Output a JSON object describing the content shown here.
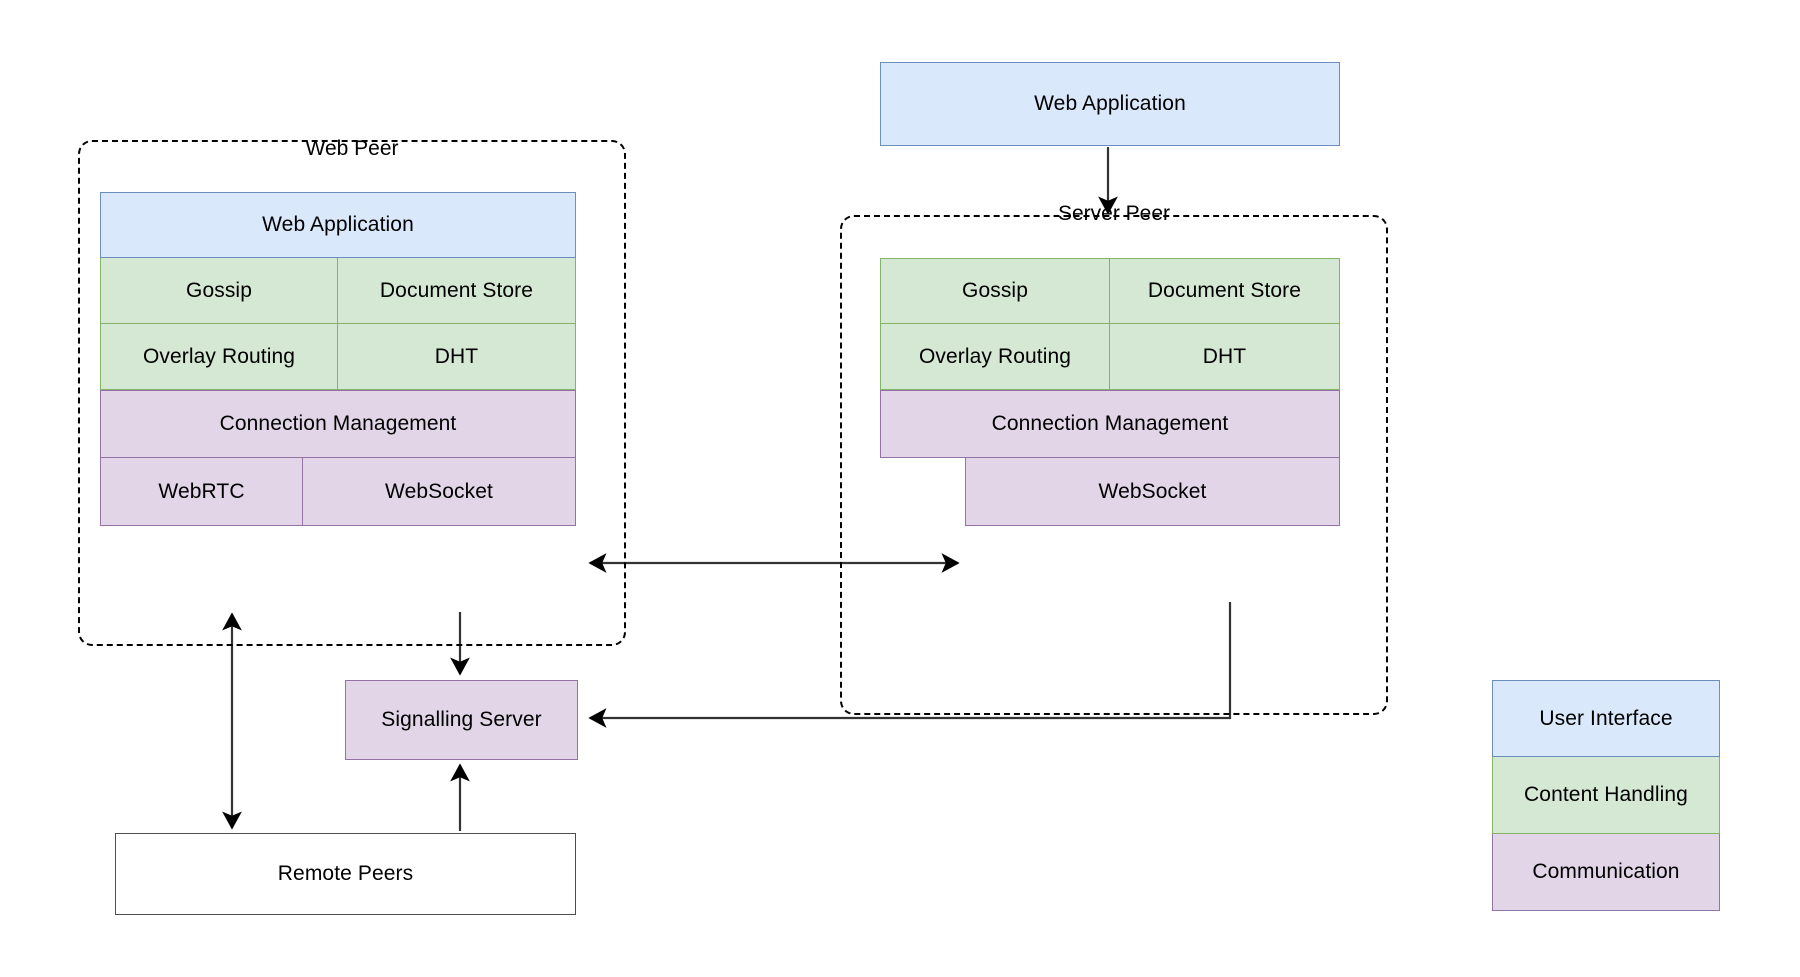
{
  "diagram": {
    "title": "Peer-to-peer web architecture layer diagram",
    "colors": {
      "user_interface_fill": "#dae8fc",
      "user_interface_stroke": "#6c8ebf",
      "content_handling_fill": "#d5e8d4",
      "content_handling_stroke": "#82b366",
      "communication_fill": "#e1d5e7",
      "communication_stroke": "#9673a6",
      "plain_fill": "#ffffff",
      "plain_stroke": "#4d4d4d",
      "edge_stroke": "#333333",
      "group_stroke": "#000000",
      "background": "#ffffff"
    }
  },
  "top_web_application": {
    "label": "Web Application"
  },
  "web_peer": {
    "title": "Web Peer",
    "layers": {
      "application": "Web Application",
      "gossip": "Gossip",
      "document_store": "Document Store",
      "overlay_routing": "Overlay Routing",
      "dht": "DHT",
      "connection_management": "Connection Management",
      "webrtc": "WebRTC",
      "websocket": "WebSocket"
    }
  },
  "server_peer": {
    "title": "Server Peer",
    "layers": {
      "gossip": "Gossip",
      "document_store": "Document Store",
      "overlay_routing": "Overlay Routing",
      "dht": "DHT",
      "connection_management": "Connection Management",
      "websocket": "WebSocket"
    }
  },
  "signalling_server": {
    "label": "Signalling Server"
  },
  "remote_peers": {
    "label": "Remote Peers"
  },
  "legend": {
    "items": [
      {
        "label": "User Interface",
        "color": "#dae8fc"
      },
      {
        "label": "Content Handling",
        "color": "#d5e8d4"
      },
      {
        "label": "Communication",
        "color": "#e1d5e7"
      }
    ]
  },
  "connections": [
    {
      "from": "Web Application",
      "to": "Server Peer",
      "arrow": "single"
    },
    {
      "from": "Web Peer WebSocket",
      "to": "Server Peer WebSocket",
      "arrow": "double"
    },
    {
      "from": "Web Peer WebSocket",
      "to": "Signalling Server",
      "arrow": "single"
    },
    {
      "from": "Server Peer WebSocket",
      "to": "Signalling Server",
      "arrow": "single"
    },
    {
      "from": "Remote Peers",
      "to": "Signalling Server",
      "arrow": "single"
    },
    {
      "from": "Web Peer WebRTC",
      "to": "Remote Peers",
      "arrow": "double"
    }
  ]
}
